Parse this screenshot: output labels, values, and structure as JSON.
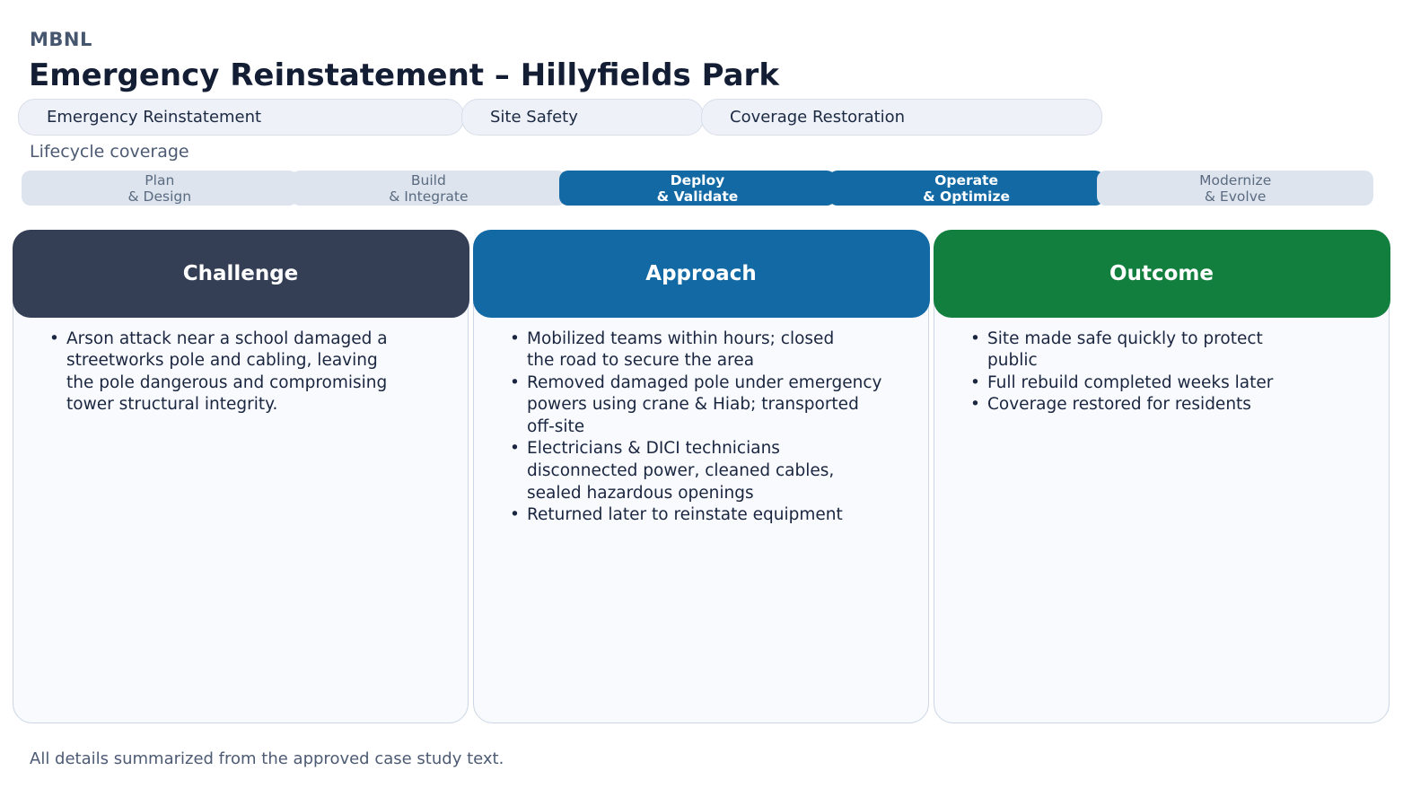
{
  "header": {
    "brand": "MBNL",
    "title": "Emergency Reinstatement – Hillyfields Park"
  },
  "tags": [
    "Emergency Reinstatement",
    "Site Safety",
    "Coverage Restoration"
  ],
  "lifecycle": {
    "label": "Lifecycle coverage",
    "stages": [
      {
        "line1": "Plan",
        "line2": "& Design",
        "active": false
      },
      {
        "line1": "Build",
        "line2": "& Integrate",
        "active": false
      },
      {
        "line1": "Deploy",
        "line2": "& Validate",
        "active": true
      },
      {
        "line1": "Operate",
        "line2": "& Optimize",
        "active": true
      },
      {
        "line1": "Modernize",
        "line2": "& Evolve",
        "active": false
      }
    ]
  },
  "cards": [
    {
      "title": "Challenge",
      "header_color": "#343f55",
      "bullets": [
        "Arson attack near a school damaged a\nstreetworks pole and cabling, leaving\nthe pole dangerous and compromising\ntower structural integrity."
      ]
    },
    {
      "title": "Approach",
      "header_color": "#1269a4",
      "bullets": [
        "Mobilized teams within hours; closed\nthe road to secure the area",
        "Removed damaged pole under emergency\npowers using crane & Hiab; transported\noff-site",
        "Electricians & DICI technicians\ndisconnected power, cleaned cables,\nsealed hazardous openings",
        "Returned later to reinstate equipment"
      ]
    },
    {
      "title": "Outcome",
      "header_color": "#127f3e",
      "bullets": [
        "Site made safe quickly to protect\npublic",
        "Full rebuild completed weeks later",
        "Coverage restored for residents"
      ]
    }
  ],
  "footer": "All details summarized from the approved case study text.",
  "colors": {
    "accent_blue": "#1269a4",
    "accent_green": "#127f3e",
    "accent_navy": "#343f55",
    "stage_inactive_bg": "#dde4ee",
    "pill_bg": "#eef1f7",
    "card_bg": "#f8fafd",
    "title_text": "#131d33",
    "body_text": "#1a2540",
    "muted_text": "#4c5b73"
  }
}
